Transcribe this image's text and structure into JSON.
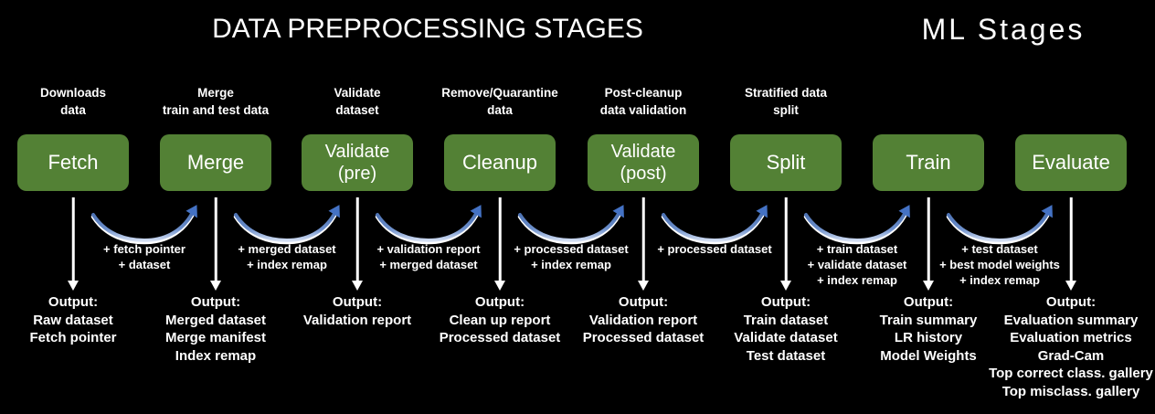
{
  "titles": {
    "preprocessing": "DATA PREPROCESSING STAGES",
    "ml": "ML Stages"
  },
  "colors": {
    "background": "#000000",
    "stage_box_green": "#538135",
    "transfer_arrow_blue": "#4472C4",
    "text_white": "#FFFFFF"
  },
  "icons": {
    "transfer": "curved-arrow-icon",
    "stage_output": "down-arrow-icon"
  },
  "stages": [
    {
      "name": "Fetch",
      "label_lines": [
        "Downloads",
        "data"
      ],
      "box_lines": [
        "Fetch"
      ],
      "outputs": [
        "Output:",
        "Raw dataset",
        "Fetch pointer"
      ]
    },
    {
      "name": "Merge",
      "label_lines": [
        "Merge",
        "train and test data"
      ],
      "box_lines": [
        "Merge"
      ],
      "outputs": [
        "Output:",
        "Merged dataset",
        "Merge manifest",
        "Index remap"
      ]
    },
    {
      "name": "Validate (pre)",
      "label_lines": [
        "Validate",
        "dataset"
      ],
      "box_lines": [
        "Validate",
        "(pre)"
      ],
      "outputs": [
        "Output:",
        "Validation report"
      ]
    },
    {
      "name": "Cleanup",
      "label_lines": [
        "Remove/Quarantine",
        "data"
      ],
      "box_lines": [
        "Cleanup"
      ],
      "outputs": [
        "Output:",
        "Clean up report",
        "Processed dataset"
      ]
    },
    {
      "name": "Validate (post)",
      "label_lines": [
        "Post-cleanup",
        "data validation"
      ],
      "box_lines": [
        "Validate",
        "(post)"
      ],
      "outputs": [
        "Output:",
        "Validation report",
        "Processed dataset"
      ]
    },
    {
      "name": "Split",
      "label_lines": [
        "Stratified data",
        "split"
      ],
      "box_lines": [
        "Split"
      ],
      "outputs": [
        "Output:",
        "Train dataset",
        "Validate dataset",
        "Test dataset"
      ]
    },
    {
      "name": "Train",
      "label_lines": [],
      "box_lines": [
        "Train"
      ],
      "outputs": [
        "Output:",
        "Train summary",
        "LR history",
        "Model Weights"
      ]
    },
    {
      "name": "Evaluate",
      "label_lines": [],
      "box_lines": [
        "Evaluate"
      ],
      "outputs": [
        "Output:",
        "Evaluation summary",
        "Evaluation metrics",
        "Grad-Cam",
        "Top correct class. gallery",
        "Top misclass. gallery"
      ]
    }
  ],
  "transfers": [
    {
      "lines": [
        "+ fetch pointer",
        "+ dataset"
      ]
    },
    {
      "lines": [
        "+ merged dataset",
        "+ index remap"
      ]
    },
    {
      "lines": [
        "+ validation report",
        "+ merged dataset"
      ]
    },
    {
      "lines": [
        "+ processed dataset",
        "+ index remap"
      ]
    },
    {
      "lines": [
        "+ processed dataset"
      ]
    },
    {
      "lines": [
        "+ train dataset",
        "+ validate dataset",
        "+ index remap"
      ]
    },
    {
      "lines": [
        "+ test dataset",
        "+ best model weights",
        "+ index remap"
      ]
    }
  ]
}
